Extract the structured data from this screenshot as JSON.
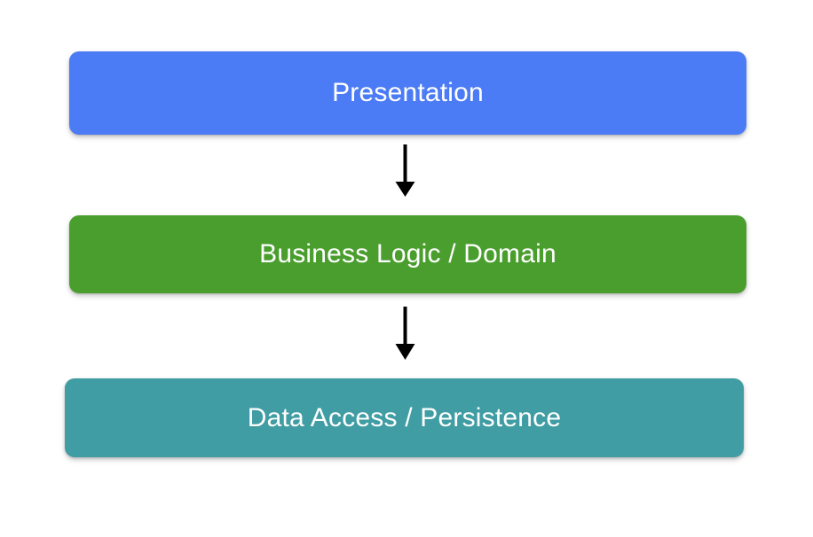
{
  "diagram": {
    "type": "layered-architecture",
    "background_color": "#ffffff",
    "layers": [
      {
        "id": "presentation",
        "label": "Presentation",
        "color": "#4b7bf5",
        "text_color": "#ffffff",
        "order": 1
      },
      {
        "id": "business-logic",
        "label": "Business Logic / Domain",
        "color": "#4a9e2e",
        "text_color": "#ffffff",
        "order": 2
      },
      {
        "id": "data-access",
        "label": "Data Access / Persistence",
        "color": "#409da3",
        "text_color": "#ffffff",
        "order": 3
      }
    ],
    "connectors": [
      {
        "id": "presentation-to-business",
        "from": "presentation",
        "to": "business-logic",
        "style": "solid-arrow-down",
        "color": "#000000"
      },
      {
        "id": "business-to-data",
        "from": "business-logic",
        "to": "data-access",
        "style": "solid-arrow-down",
        "color": "#000000"
      }
    ]
  }
}
